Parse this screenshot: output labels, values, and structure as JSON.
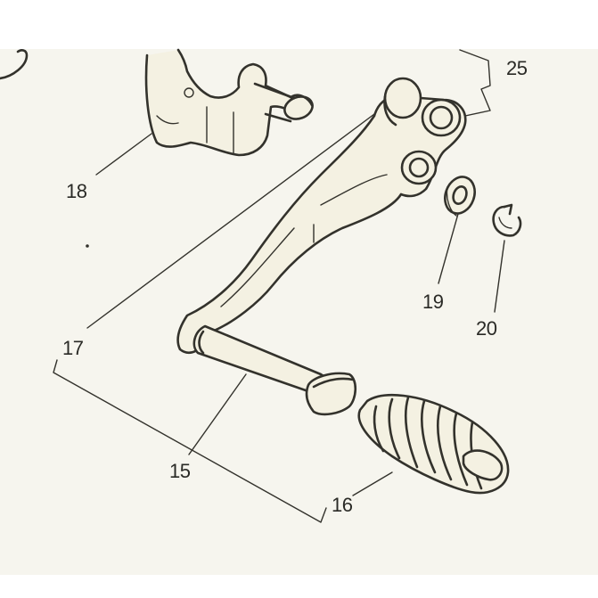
{
  "diagram": {
    "callouts": [
      {
        "id": "c25",
        "text": "25"
      },
      {
        "id": "c18",
        "text": "18"
      },
      {
        "id": "c17",
        "text": "17"
      },
      {
        "id": "c19",
        "text": "19"
      },
      {
        "id": "c20",
        "text": "20"
      },
      {
        "id": "c15",
        "text": "15"
      },
      {
        "id": "c16",
        "text": "16"
      }
    ],
    "colors": {
      "paper": "#f6f5ee",
      "ink": "#33322c",
      "part_fill": "#f4f1e2"
    }
  }
}
